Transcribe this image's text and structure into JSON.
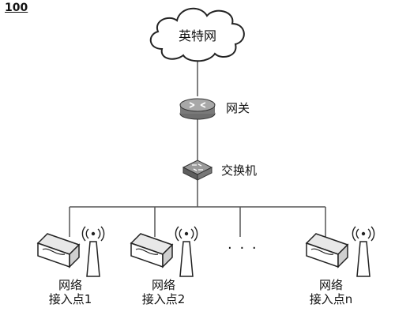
{
  "figure": {
    "ref_number": "100",
    "cloud_label": "英特网",
    "gateway_label": "网关",
    "switch_label": "交换机",
    "ellipsis": "· · ·",
    "access_points": [
      {
        "line1": "网络",
        "line2": "接入点1"
      },
      {
        "line1": "网络",
        "line2": "接入点2"
      },
      {
        "line1": "网络",
        "line2": "接入点n"
      }
    ]
  },
  "icons": {
    "cloud": "cloud-icon",
    "gateway": "router-icon",
    "switch": "switch-icon",
    "access_point": "access-point-icon",
    "antenna": "antenna-icon"
  }
}
